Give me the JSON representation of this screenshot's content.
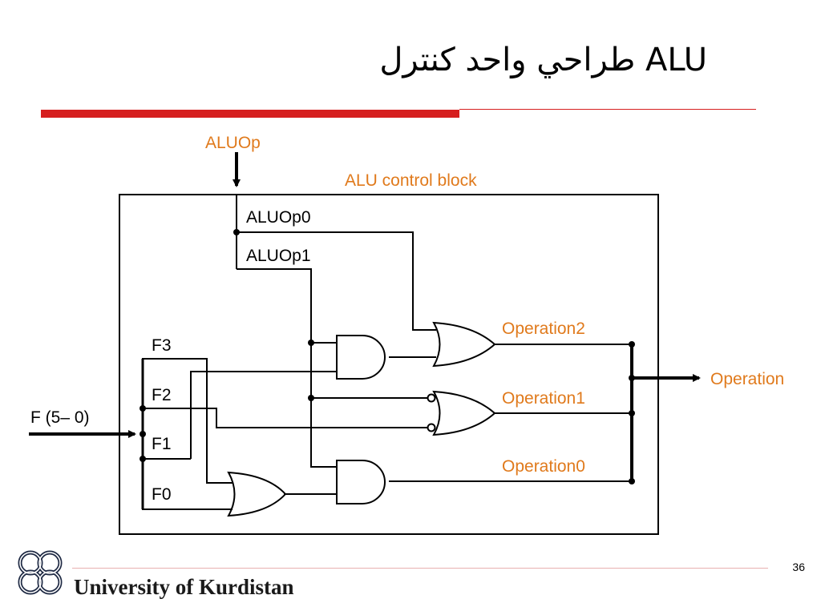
{
  "slide": {
    "title": "طراحي واحد کنترل ALU",
    "page_number": "36",
    "footer": "University of Kurdistan"
  },
  "diagram": {
    "input_aluop": "ALUOp",
    "block_label": "ALU control block",
    "aluop0": "ALUOp0",
    "aluop1": "ALUOp1",
    "f_input": "F (5– 0)",
    "f3": "F3",
    "f2": "F2",
    "f1": "F1",
    "f0": "F0",
    "operation2": "Operation2",
    "operation1": "Operation1",
    "operation0": "Operation0",
    "output_operation": "Operation"
  },
  "colors": {
    "accent_red": "#d61f1f",
    "label_orange": "#e07a1c",
    "logo_navy": "#1f2a44"
  },
  "icons": {
    "logo": "university-of-kurdistan-logo-icon"
  }
}
